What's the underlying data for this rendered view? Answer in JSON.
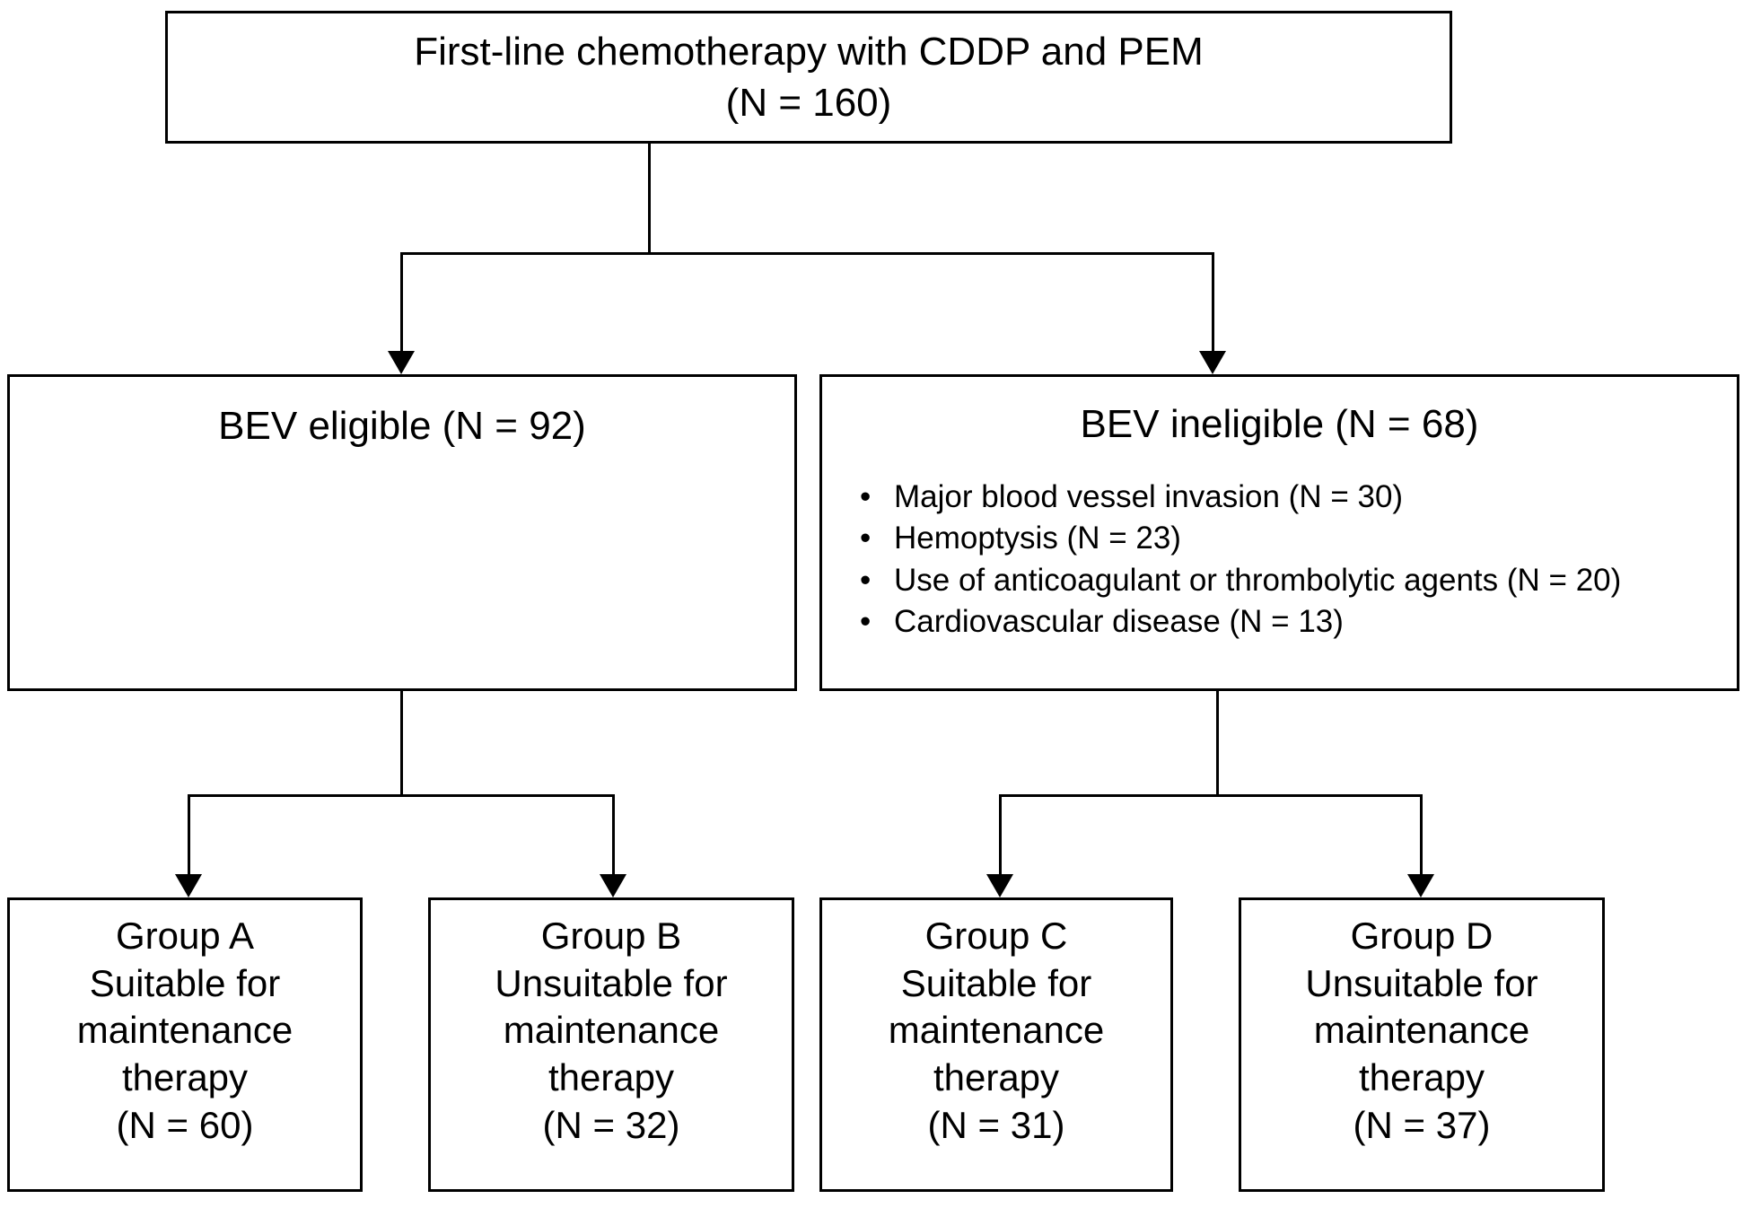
{
  "diagram": {
    "title": "CONSORT-style patient allocation flowchart",
    "line_color": "#000000",
    "background_color": "#ffffff",
    "text_color": "#000000",
    "root": {
      "label": "First-line chemotherapy with CDDP and PEM\n(N = 160)"
    },
    "branches": {
      "eligible": {
        "label": "BEV eligible (N = 92)"
      },
      "ineligible": {
        "label": "BEV ineligible (N = 68)",
        "bullet_glyph": "•",
        "reasons": [
          "Major blood vessel invasion (N = 30)",
          "Hemoptysis (N = 23)",
          "Use of anticoagulant or thrombolytic agents (N = 20)",
          "Cardiovascular disease (N = 13)"
        ]
      }
    },
    "groups": [
      {
        "label": "Group A\nSuitable for\nmaintenance\ntherapy\n(N = 60)"
      },
      {
        "label": "Group B\nUnsuitable for\nmaintenance\ntherapy\n(N = 32)"
      },
      {
        "label": "Group C\nSuitable for\nmaintenance\ntherapy\n(N = 31)"
      },
      {
        "label": "Group D\nUnsuitable for\nmaintenance\ntherapy\n(N = 37)"
      }
    ]
  }
}
